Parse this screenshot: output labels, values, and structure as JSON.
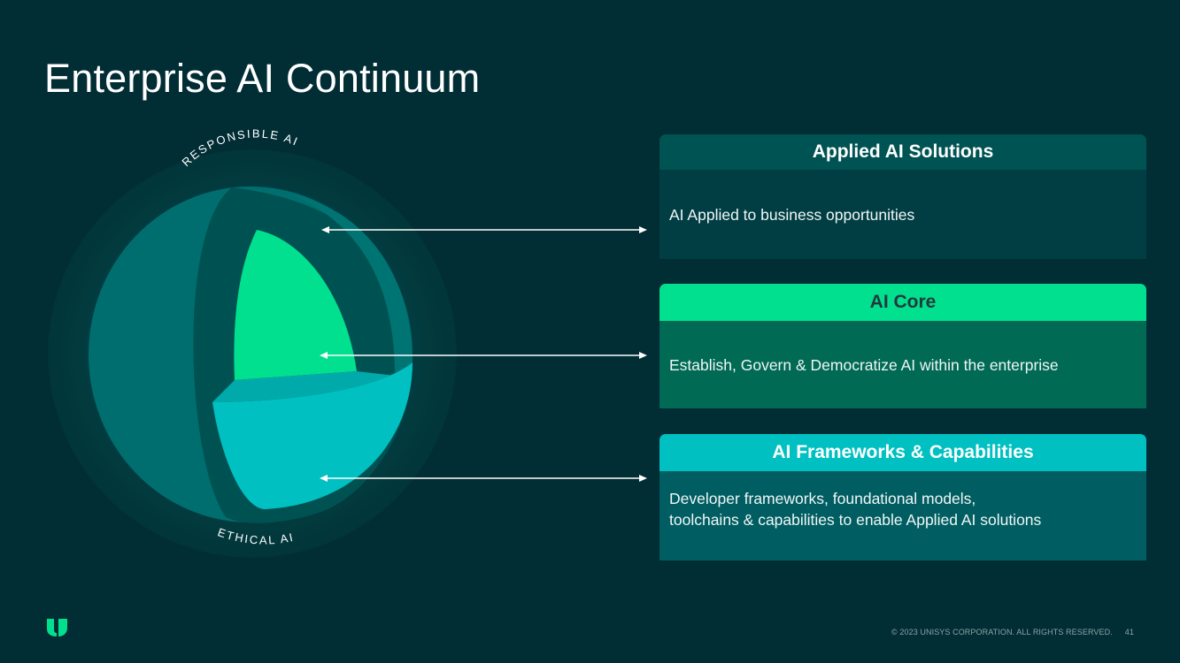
{
  "slide": {
    "title": "Enterprise AI Continuum",
    "page_number": "41",
    "copyright": "© 2023 UNISYS CORPORATION. ALL RIGHTS RESERVED."
  },
  "diagram": {
    "outer_ring_top_label": "RESPONSIBLE AI",
    "outer_ring_bottom_label": "ETHICAL AI",
    "colors": {
      "background": "#012d35",
      "outer_ring": "#01393e",
      "sphere_shell": "#006e6e",
      "inner_shell": "#005252",
      "core": "#00e08e",
      "base": "#00c0c2",
      "arrow": "#ffffff"
    }
  },
  "cards": [
    {
      "title": "Applied AI Solutions",
      "description": "AI Applied to business opportunities",
      "header_color": "#005353",
      "body_color": "#003e44"
    },
    {
      "title": "AI Core",
      "description": "Establish, Govern & Democratize AI within the enterprise",
      "header_color": "#00e08e",
      "body_color": "#006a55"
    },
    {
      "title": "AI Frameworks & Capabilities",
      "description_lines": [
        "Developer frameworks, foundational models,",
        "toolchains & capabilities to enable Applied AI solutions"
      ],
      "header_color": "#00c0c2",
      "body_color": "#005e62"
    }
  ],
  "brand": {
    "logo_icon": "unisys-u-logo",
    "accent": "#00e08e"
  }
}
